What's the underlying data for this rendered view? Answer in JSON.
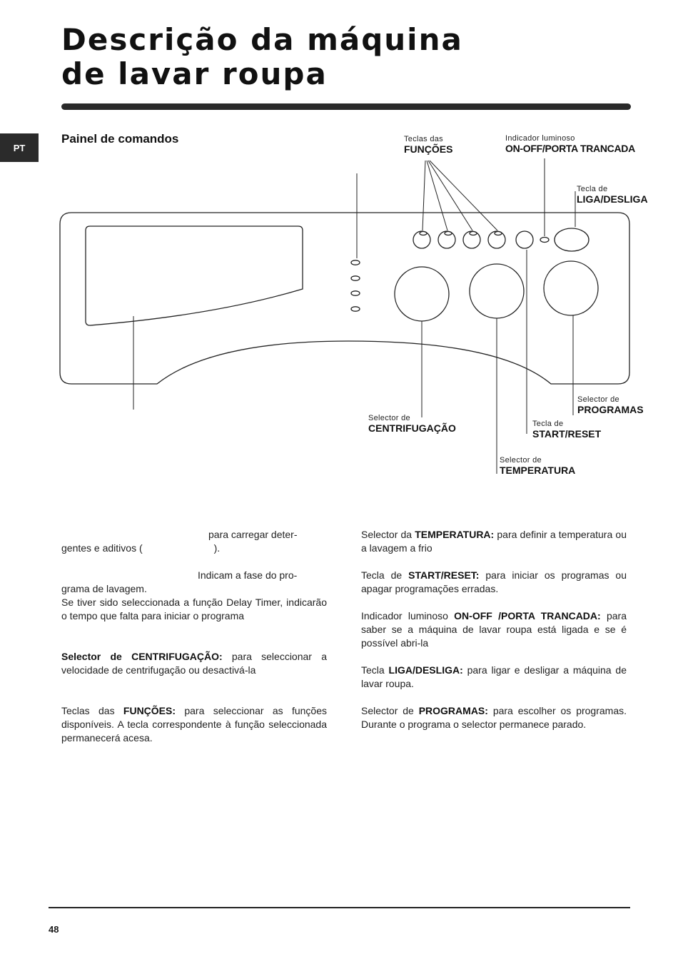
{
  "title_line1": "Descrição da máquina",
  "title_line2": "de lavar roupa",
  "lang_tab": "PT",
  "section_title": "Painel de comandos",
  "labels": {
    "funcoes": {
      "small": "Teclas das",
      "bold": "FUNÇÕES"
    },
    "indicador": {
      "small": "Indicador luminoso",
      "bold": "ON-OFF/PORTA TRANCADA"
    },
    "liga": {
      "small": "Tecla de",
      "bold": "LIGA/DESLIGA"
    },
    "programas": {
      "small": "Selector de",
      "bold": "PROGRAMAS"
    },
    "centrifugacao": {
      "small": "Selector de",
      "bold": "CENTRIFUGAÇÃO"
    },
    "start": {
      "small": "Tecla de",
      "bold": "START/RESET"
    },
    "temperatura": {
      "small": "Selector de",
      "bold": "TEMPERATURA"
    }
  },
  "left_col": {
    "p1_a": "para carregar deter-",
    "p1_b": "gentes e aditivos (",
    "p1_c": ").",
    "p2_a": "Indicam a fase do pro-",
    "p2_b": "grama de lavagem.",
    "p2_c": "Se tiver sido seleccionada a função Delay Timer, indicarão o tempo que falta para iniciar o programa",
    "p3_bold": "Selector de CENTRIFUGAÇÃO:",
    "p3_text": " para seleccionar a velocidade de centrifugação ou desactivá-la",
    "p4_pre": "Teclas das ",
    "p4_bold": "FUNÇÕES:",
    "p4_text": " para seleccionar as funções disponíveis. A tecla correspondente à função seleccionada permanecerá acesa."
  },
  "right_col": {
    "p1_pre": "Selector da ",
    "p1_bold": "TEMPERATURA:",
    "p1_text": " para definir a temperatura ou a lavagem a frio",
    "p2_pre": "Tecla de ",
    "p2_bold": "START/RESET:",
    "p2_text": " para iniciar os programas ou apagar programações erradas.",
    "p3_pre": "Indicador luminoso ",
    "p3_bold": "ON-OFF /PORTA TRANCADA:",
    "p3_text": " para saber se a máquina de lavar roupa está ligada e se é possível abri-la",
    "p4_pre": "Tecla ",
    "p4_bold": "LIGA/DESLIGA:",
    "p4_text": " para ligar e desligar a máquina de lavar roupa.",
    "p5_pre": "Selector de ",
    "p5_bold": "PROGRAMAS:",
    "p5_text": " para escolher os programas. Durante o programa o selector permanece parado."
  },
  "page_number": "48"
}
